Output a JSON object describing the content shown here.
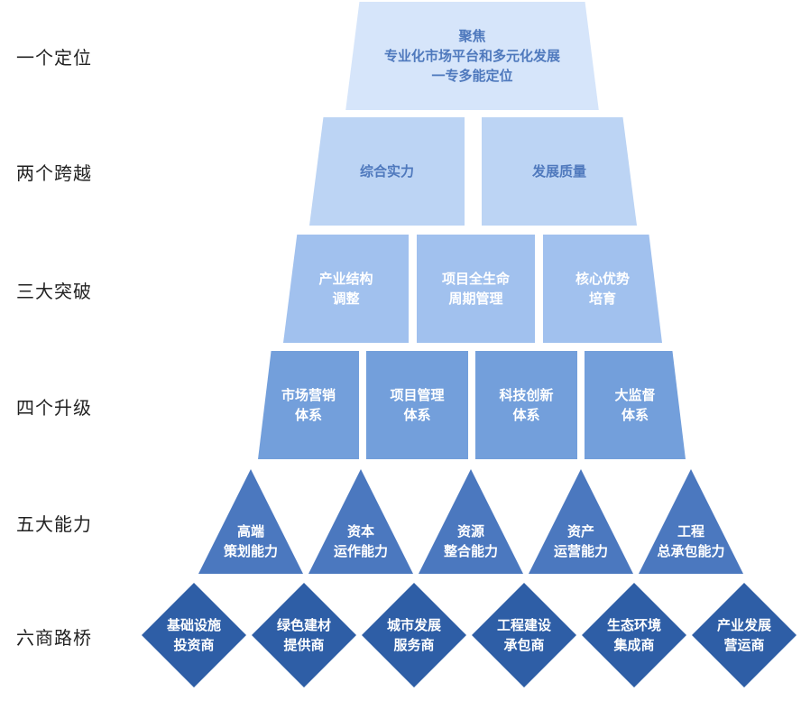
{
  "colors": {
    "tier1": "#d6e5fa",
    "tier2": "#bcd4f4",
    "tier3": "#a1c1ee",
    "tier4": "#739fdb",
    "tier5": "#4b78bf",
    "tier6": "#2e5ea6",
    "text_dark": "#4f79bd",
    "text_light": "#ffffff",
    "label": "#222222"
  },
  "rows": [
    {
      "label": "一个定位",
      "blocks": [
        "聚焦\n专业化市场平台和多元化发展\n一专多能定位"
      ]
    },
    {
      "label": "两个跨越",
      "blocks": [
        "综合实力",
        "发展质量"
      ]
    },
    {
      "label": "三大突破",
      "blocks": [
        "产业结构\n调整",
        "项目全生命\n周期管理",
        "核心优势\n培育"
      ]
    },
    {
      "label": "四个升级",
      "blocks": [
        "市场营销\n体系",
        "项目管理\n体系",
        "科技创新\n体系",
        "大监督\n体系"
      ]
    },
    {
      "label": "五大能力",
      "blocks": [
        "高端\n策划能力",
        "资本\n运作能力",
        "资源\n整合能力",
        "资产\n运营能力",
        "工程\n总承包能力"
      ]
    },
    {
      "label": "六商路桥",
      "blocks": [
        "基础设施\n投资商",
        "绿色建材\n提供商",
        "城市发展\n服务商",
        "工程建设\n承包商",
        "生态环境\n集成商",
        "产业发展\n营运商"
      ]
    }
  ]
}
